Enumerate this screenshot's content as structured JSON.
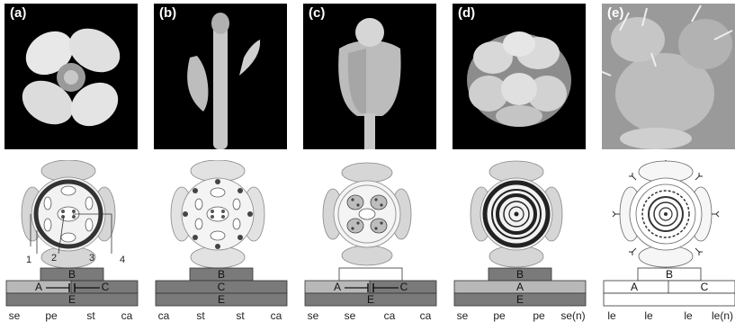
{
  "panels": [
    {
      "label": "(a)",
      "photo_icon": "wild-type-flower-photo",
      "diagram_numbers": [
        "1",
        "2",
        "3",
        "4"
      ],
      "bars": [
        "B",
        "A",
        "C",
        "E"
      ],
      "whorls": [
        "se",
        "pe",
        "st",
        "ca"
      ]
    },
    {
      "label": "(b)",
      "photo_icon": "apetala2-flower-photo",
      "bars": [
        "B",
        "C",
        "E"
      ],
      "whorls": [
        "ca",
        "st",
        "st",
        "ca"
      ]
    },
    {
      "label": "(c)",
      "photo_icon": "apetala3-flower-photo",
      "bars": [
        "A",
        "C",
        "E"
      ],
      "whorls": [
        "se",
        "se",
        "ca",
        "ca"
      ]
    },
    {
      "label": "(d)",
      "photo_icon": "agamous-flower-photo",
      "bars": [
        "B",
        "A",
        "E"
      ],
      "whorls": [
        "se",
        "pe",
        "pe",
        "se(n)"
      ]
    },
    {
      "label": "(e)",
      "photo_icon": "sepallata-leaf-flower-photo",
      "bars": [
        "B",
        "A",
        "C"
      ],
      "whorls": [
        "le",
        "le",
        "le",
        "le(n)"
      ]
    }
  ],
  "colors": {
    "dark_bar": "#7a7a7a",
    "mid_bar": "#b8b8b8",
    "white_bar": "#ffffff"
  }
}
